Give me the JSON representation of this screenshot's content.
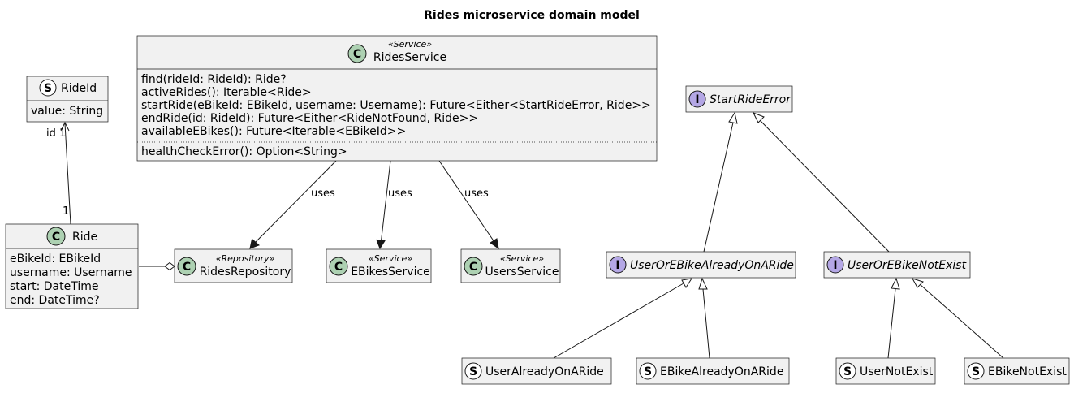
{
  "title": "Rides microservice domain model",
  "nodes": {
    "rides_service": {
      "kind": "C",
      "stereotype": "«Service»",
      "name": "RidesService",
      "methods": [
        "find(rideId: RideId): Ride?",
        "activeRides(): Iterable<Ride>",
        "startRide(eBikeId: EBikeId, username: Username): Future<Either<StartRideError, Ride>>",
        "endRide(id: RideId): Future<Either<RideNotFound, Ride>>",
        "availableEBikes(): Future<Iterable<EBikeId>>"
      ],
      "extra": [
        "healthCheckError(): Option<String>"
      ]
    },
    "ride_id": {
      "kind": "S",
      "name": "RideId",
      "fields": [
        "value: String"
      ]
    },
    "ride": {
      "kind": "C",
      "name": "Ride",
      "fields": [
        "eBikeId: EBikeId",
        "username: Username",
        "start: DateTime",
        "end: DateTime?"
      ]
    },
    "rides_repository": {
      "kind": "C",
      "stereotype": "«Repository»",
      "name": "RidesRepository"
    },
    "ebikes_service": {
      "kind": "C",
      "stereotype": "«Service»",
      "name": "EBikesService"
    },
    "users_service": {
      "kind": "C",
      "stereotype": "«Service»",
      "name": "UsersService"
    },
    "start_ride_error": {
      "kind": "I",
      "name": "StartRideError"
    },
    "user_or_ebike_already_on_a_ride": {
      "kind": "I",
      "name": "UserOrEBikeAlreadyOnARide"
    },
    "user_or_ebike_not_exist": {
      "kind": "I",
      "name": "UserOrEBikeNotExist"
    },
    "user_already_on_a_ride": {
      "kind": "S",
      "name": "UserAlreadyOnARide"
    },
    "ebike_already_on_a_ride": {
      "kind": "S",
      "name": "EBikeAlreadyOnARide"
    },
    "user_not_exist": {
      "kind": "S",
      "name": "UserNotExist"
    },
    "ebike_not_exist": {
      "kind": "S",
      "name": "EBikeNotExist"
    }
  },
  "edges": {
    "uses_repository": "uses",
    "uses_ebikes": "uses",
    "uses_users": "uses",
    "ride_id_multiplicity_top": "id 1",
    "ride_id_multiplicity_bottom": "1"
  }
}
